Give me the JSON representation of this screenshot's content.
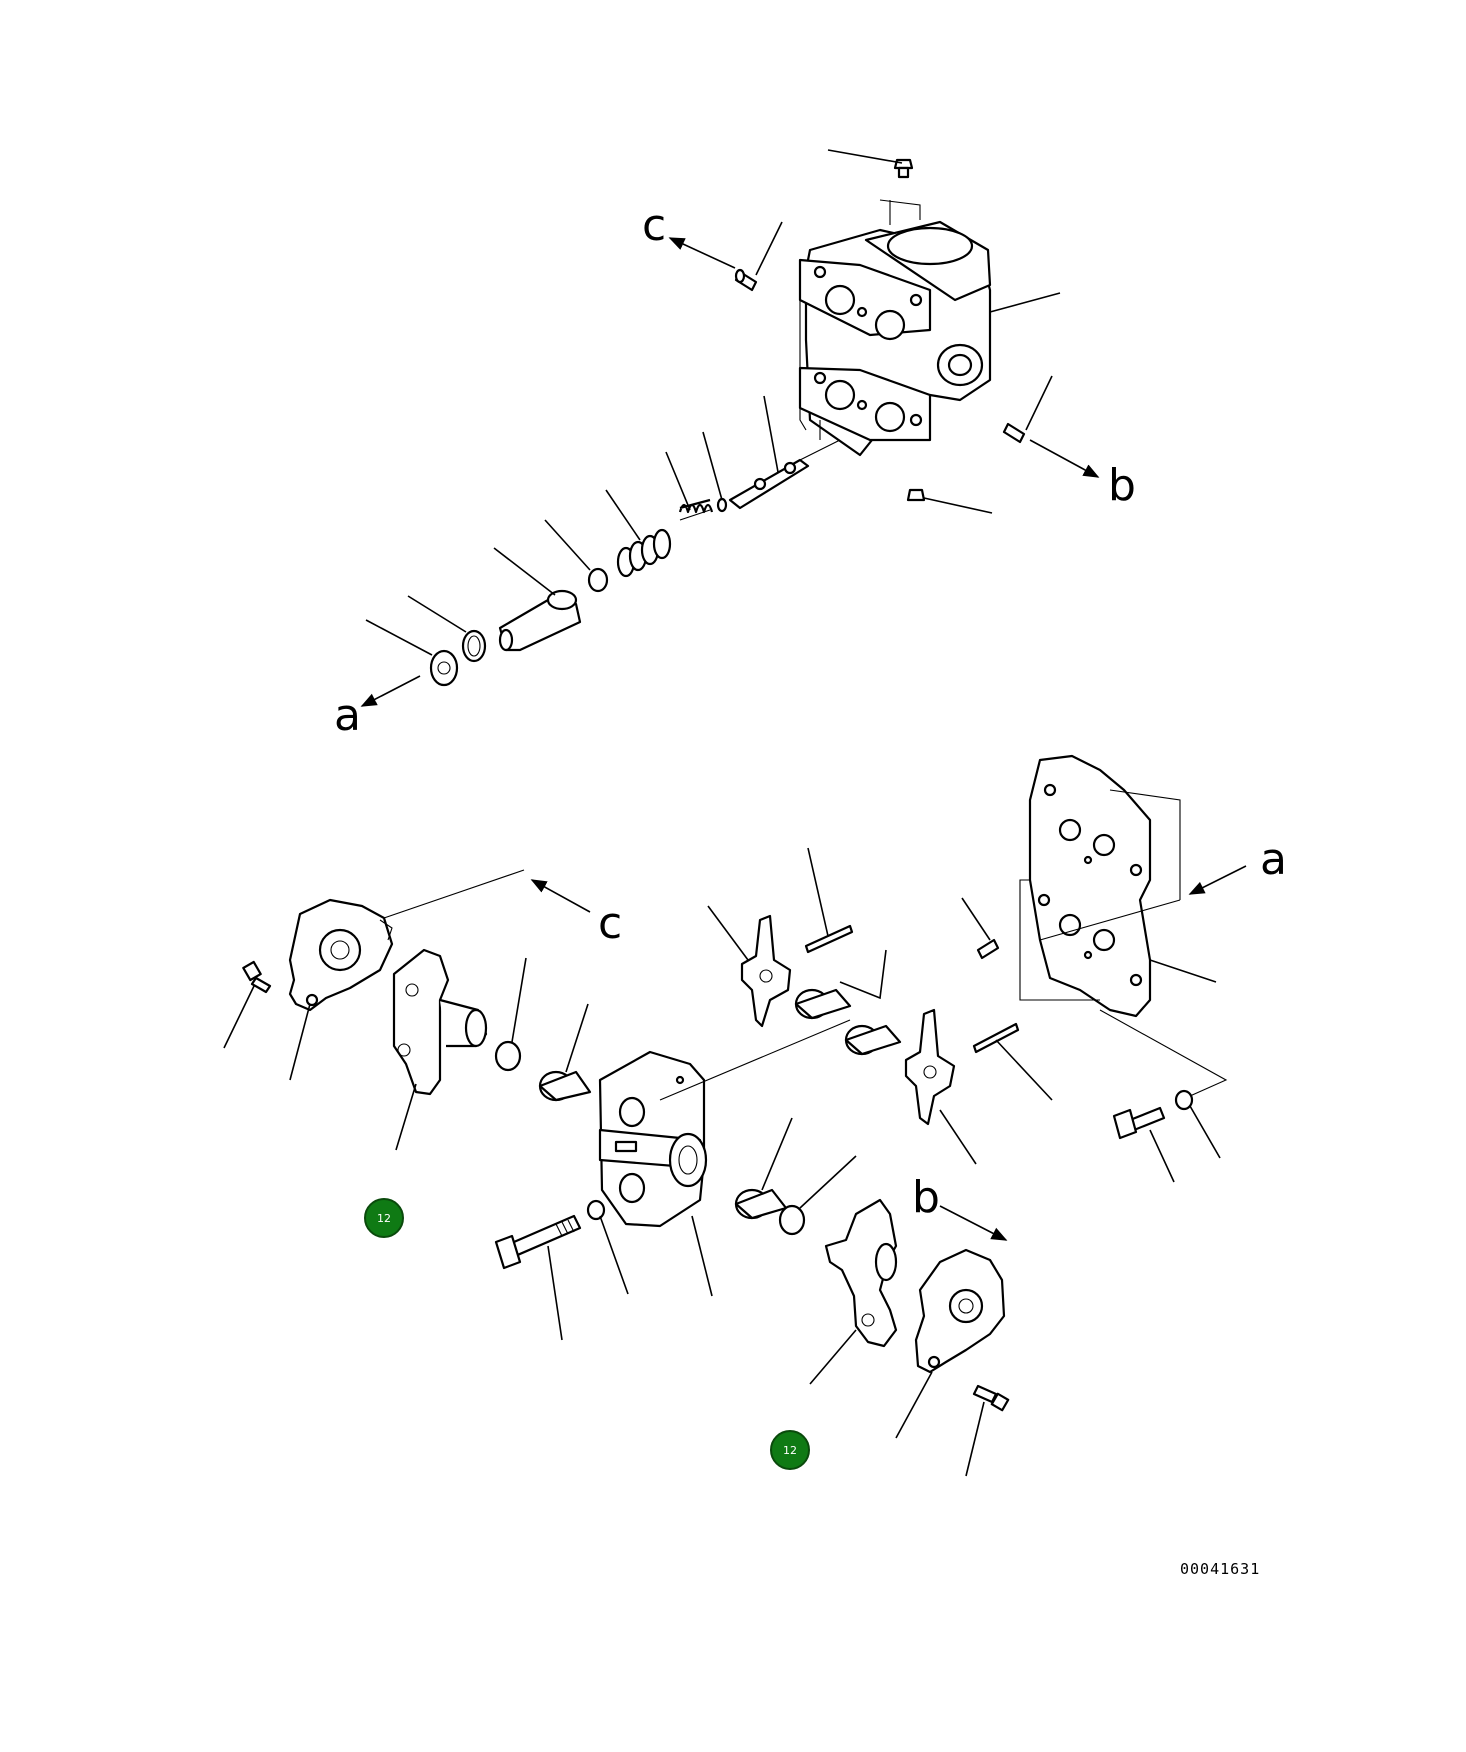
{
  "callout_letters": {
    "a": "a",
    "b": "b",
    "c": "c"
  },
  "hotspots": [
    {
      "label": "12",
      "color": "#0f7a14"
    },
    {
      "label": "12",
      "color": "#0f7a14"
    }
  ],
  "drawing_code": "00041631"
}
